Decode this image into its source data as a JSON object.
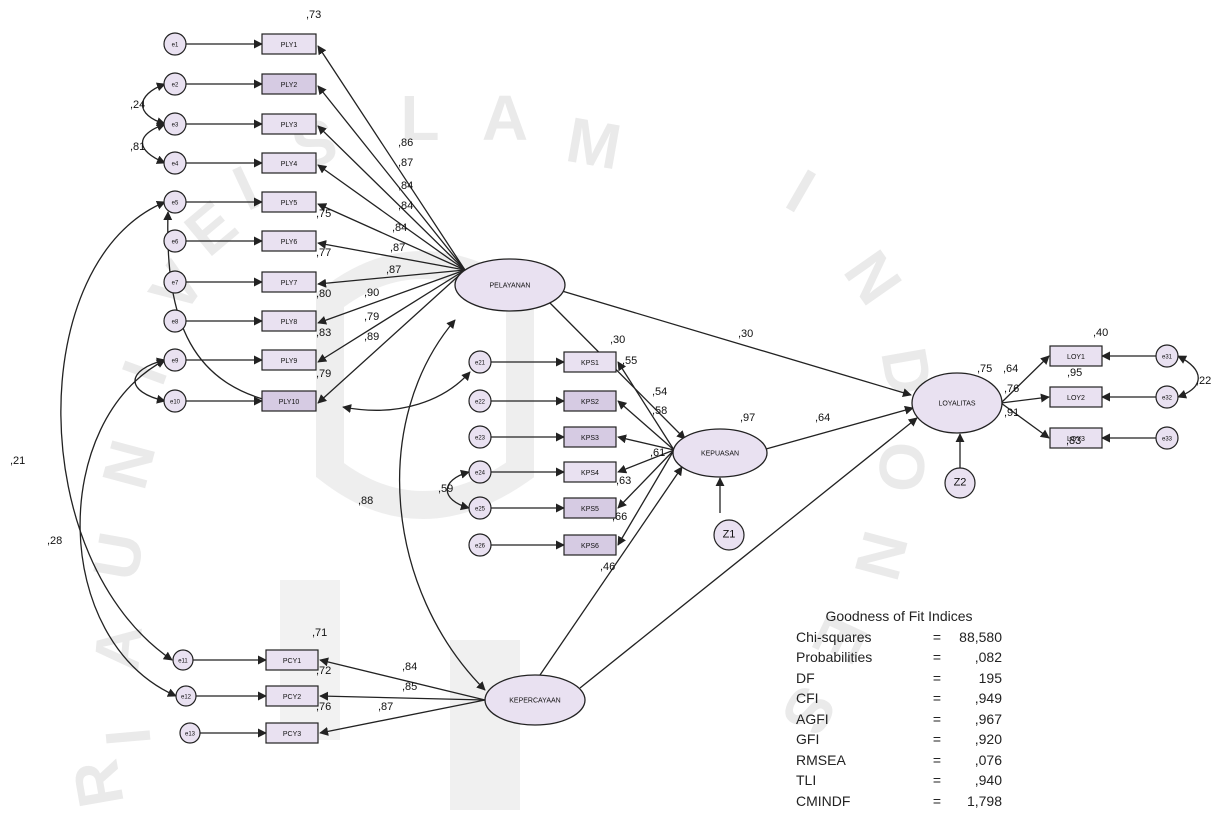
{
  "watermark": {
    "letters": "ISLAM INDONESIA UNIVERSITAS"
  },
  "latents": {
    "pelayanan": "PELAYANAN",
    "kepuasan": "KEPUASAN",
    "kepercayaan": "KEPERCAYAAN",
    "loyalitas": "LOYALITAS"
  },
  "indicators": {
    "pelayanan": [
      "PLY1",
      "PLY2",
      "PLY3",
      "PLY4",
      "PLY5",
      "PLY6",
      "PLY7",
      "PLY8",
      "PLY9",
      "PLY10"
    ],
    "kepuasan": [
      "KPS1",
      "KPS2",
      "KPS3",
      "KPS4",
      "KPS5",
      "KPS6"
    ],
    "kepercayaan": [
      "PCY1",
      "PCY2",
      "PCY3"
    ],
    "loyalitas": [
      "LOY1",
      "LOY2",
      "LOY3"
    ]
  },
  "errors": {
    "pelayanan": [
      "e1",
      "e2",
      "e3",
      "e4",
      "e5",
      "e6",
      "e7",
      "e8",
      "e9",
      "e10"
    ],
    "kepuasan": [
      "e21",
      "e22",
      "e23",
      "e24",
      "e25",
      "e26"
    ],
    "kepercayaan": [
      "e11",
      "e12",
      "e13"
    ],
    "loyalitas": [
      "e31",
      "e32",
      "e33"
    ],
    "z1": "Z1",
    "z2": "Z2"
  },
  "estimates": {
    "r2_ply1": ",73",
    "loadings_ply": [
      ",86",
      ",87",
      ",84",
      ",84",
      ",84",
      ",87",
      ",87",
      ",90",
      ",79",
      ",89"
    ],
    "r2_ply": [
      ",75",
      ",77",
      ",80",
      ",83",
      ",79"
    ],
    "cov_e2_e3": ",24",
    "cov_e3_e4": ",81",
    "cov_long1": ",21",
    "cov_long2": ",28",
    "cov_pel_kep": ",88",
    "r2_kps1": ",30",
    "loadings_kps": [
      ",55",
      ",54",
      ",58",
      ",61",
      ",63",
      ",66"
    ],
    "cov_e24_e25": ",59",
    "kps_bottom": ",46",
    "r2_kepuasan": ",97",
    "path_pel_loy": ",30",
    "path_kps_loy": ",64",
    "r2_pcy1": ",71",
    "loadings_pcy": [
      ",84",
      ",85",
      ",87"
    ],
    "r2_pcy": [
      ",72",
      ",76"
    ],
    "r2_loy1": ",40",
    "loadings_loy": [
      ",75",
      ",64",
      ",76",
      ",95",
      ",91",
      ",83"
    ],
    "cov_e31_e32": ",22"
  },
  "fit": {
    "title": "Goodness of Fit Indices",
    "rows": [
      {
        "name": "Chi-squares",
        "eq": "=",
        "value": "88,580"
      },
      {
        "name": "Probabilities",
        "eq": "=",
        "value": ",082"
      },
      {
        "name": "DF",
        "eq": "=",
        "value": "195"
      },
      {
        "name": "CFI",
        "eq": "=",
        "value": ",949"
      },
      {
        "name": "AGFI",
        "eq": "=",
        "value": ",967"
      },
      {
        "name": "GFI",
        "eq": "=",
        "value": ",920"
      },
      {
        "name": "RMSEA",
        "eq": "=",
        "value": ",076"
      },
      {
        "name": "TLI",
        "eq": "=",
        "value": ",940"
      },
      {
        "name": "CMINDF",
        "eq": "=",
        "value": "1,798"
      }
    ]
  },
  "colors": {
    "node_fill": "#e9e1f1",
    "node_fill_dark": "#d6cbe3",
    "stroke": "#222222",
    "watermark": "#d9d9d9"
  }
}
